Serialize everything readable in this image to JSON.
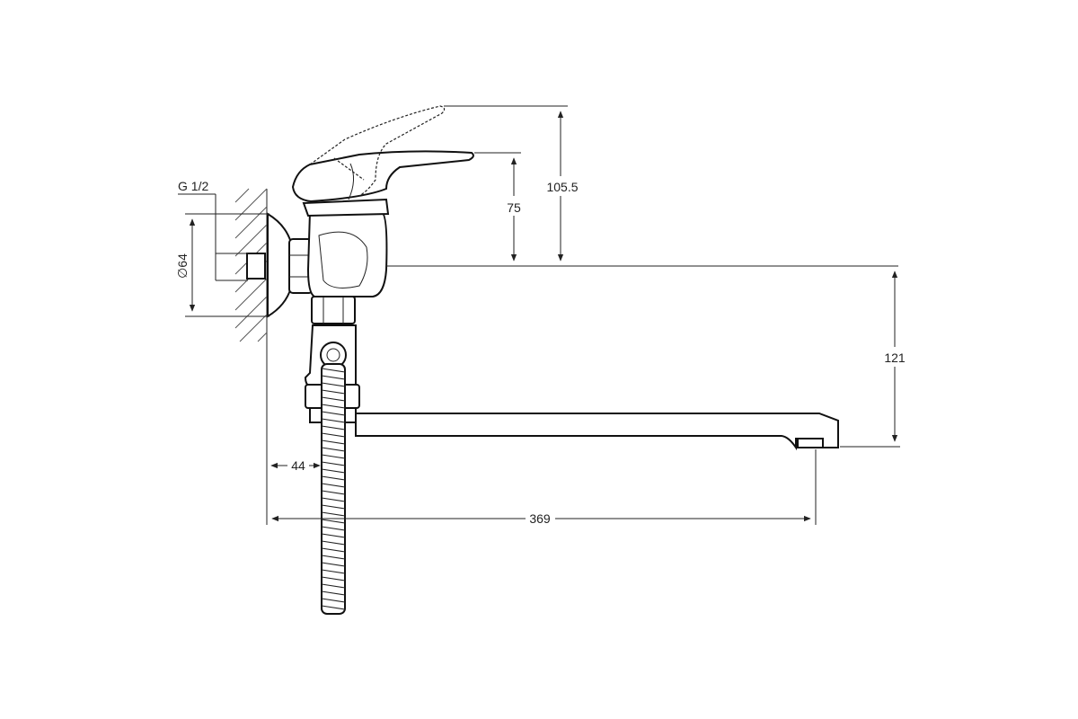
{
  "labels": {
    "thread": "G 1/2",
    "diameter": "∅64",
    "handle_height": "75",
    "handle_raised_height": "105.5",
    "spout_height": "121",
    "wall_offset": "44",
    "spout_reach": "369"
  },
  "colors": {
    "line": "#111111",
    "background": "#ffffff"
  }
}
